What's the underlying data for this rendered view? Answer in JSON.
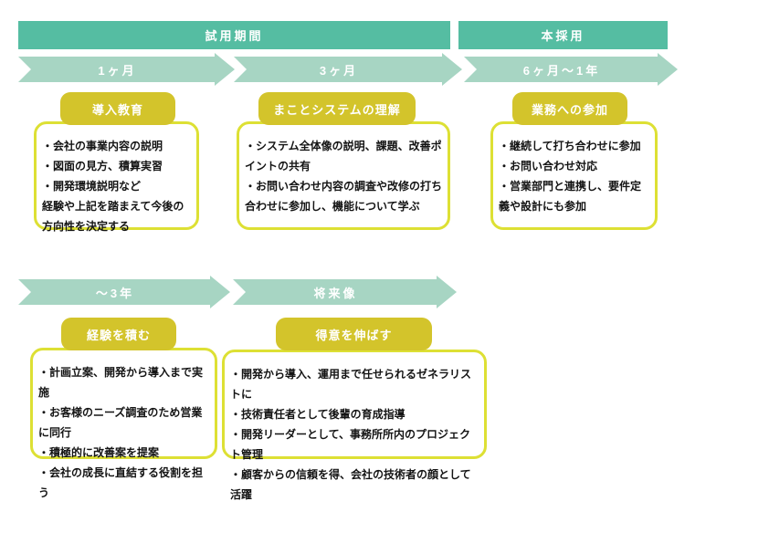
{
  "palette": {
    "header_teal": "#55bda2",
    "arrow_teal": "#a7d5c3",
    "badge_yellow": "#d3c42b",
    "box_border_yellow": "#dde034",
    "text_white": "#ffffff",
    "text_black": "#141414"
  },
  "headers": [
    {
      "label": "試用期間"
    },
    {
      "label": "本採用"
    }
  ],
  "timeline_arrows": [
    {
      "label": "1ヶ月"
    },
    {
      "label": "3ヶ月"
    },
    {
      "label": "6ヶ月〜1年"
    },
    {
      "label": "〜3年"
    },
    {
      "label": "将来像"
    }
  ],
  "stages": [
    {
      "badge": "導入教育",
      "bullets": [
        "・会社の事業内容の説明",
        "・図面の見方、積算実習",
        "・開発環境説明など",
        "経験や上記を踏まえて今後の方向性を決定する"
      ]
    },
    {
      "badge": "まことシステムの理解",
      "bullets": [
        "・システム全体像の説明、課題、改善ポイントの共有",
        "・お問い合わせ内容の調査や改修の打ち合わせに参加し、機能について学ぶ"
      ]
    },
    {
      "badge": "業務への参加",
      "bullets": [
        "・継続して打ち合わせに参加",
        "・お問い合わせ対応",
        "・営業部門と連携し、要件定義や設計にも参加"
      ]
    },
    {
      "badge": "経験を積む",
      "bullets": [
        "・計画立案、開発から導入まで実施",
        "・お客様のニーズ調査のため営業に同行",
        "・積極的に改善案を提案",
        "・会社の成長に直結する役割を担う"
      ]
    },
    {
      "badge": "得意を伸ばす",
      "bullets": [
        "・開発から導入、運用まで任せられるゼネラリストに",
        "・技術責任者として後輩の育成指導",
        "・開発リーダーとして、事務所所内のプロジェクト管理",
        "・顧客からの信頼を得、会社の技術者の顔として活躍"
      ]
    }
  ]
}
